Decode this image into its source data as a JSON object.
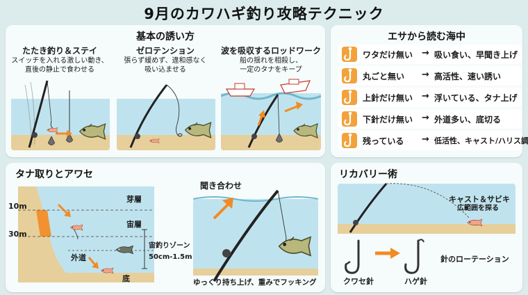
{
  "title": "9月のカワハギ釣り攻略テクニック",
  "basic": {
    "title": "基本の誘い方",
    "tataki": {
      "title": "たたき釣り＆ステイ",
      "desc1": "スイッチを入れる激しい動き、",
      "desc2": "直後の静止で食わせる"
    },
    "zero": {
      "title": "ゼロテンション",
      "desc1": "張らず緩めず、違和感なく",
      "desc2": "吸い込ませる"
    },
    "wave": {
      "title": "波を吸収するロッドワーク",
      "desc1": "船の揺れを相殺し、",
      "desc2": "一定のタナをキープ"
    }
  },
  "esa": {
    "title": "エサから読む海中",
    "rows": [
      {
        "left": "ワタだけ無い",
        "right": "吸い食い、早聞き上げ"
      },
      {
        "left": "丸ごと無い",
        "right": "高活性、速い誘い"
      },
      {
        "left": "上針だけ無い",
        "right": "浮いている、タナ上げ"
      },
      {
        "left": "下針だけ無い",
        "right": "外道多い、底切る"
      },
      {
        "left": "残っている",
        "right": "低活性、キャスト/ハリス調整"
      }
    ],
    "arrow": "→",
    "colors": {
      "hook_box": "#f2a23c"
    }
  },
  "tana": {
    "title": "タナ取りとアワセ",
    "depth_10": "10m",
    "depth_30": "30m",
    "layer_top": "芽層",
    "layer_mid": "宙層",
    "layer_bottom": "底",
    "gedo": "外道",
    "zone1": "宙釣りゾーン",
    "zone2": "50cm-1.5m",
    "kikiawase": "聞き合わせ",
    "hooking": "ゆっくり持ち上げ、重みでフッキング"
  },
  "recovery": {
    "title": "リカバリー術",
    "cast1": "キャスト＆サビキ",
    "cast2": "広範囲を探る",
    "hook1": "クワセ針",
    "hook2": "ハゲ針",
    "rotation": "針のローテーション"
  },
  "colors": {
    "accent": "#f28a24",
    "water": "#bfe3ee",
    "sand": "#e6cf9a",
    "fish": "#b9b87c"
  }
}
